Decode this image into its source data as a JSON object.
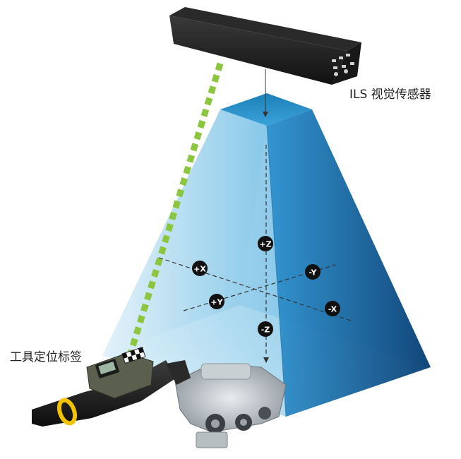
{
  "labels": {
    "sensor": "ILS 视觉传感器",
    "tag": "工具定位标签"
  },
  "axes": {
    "pz": "+Z",
    "nz": "-Z",
    "px": "+X",
    "nx": "-X",
    "py": "+Y",
    "ny": "-Y"
  },
  "colors": {
    "frustum_light": "#d6ecf6",
    "frustum_mid": "#3aa0d8",
    "frustum_dark": "#0a3f74",
    "beam": "#8cc63f",
    "sensor_body": "#1e1e1e",
    "badge": "#111111"
  },
  "icons": {
    "sensor": "vision-sensor-icon",
    "tool": "handheld-tool-icon",
    "engine": "engine-block-icon"
  }
}
